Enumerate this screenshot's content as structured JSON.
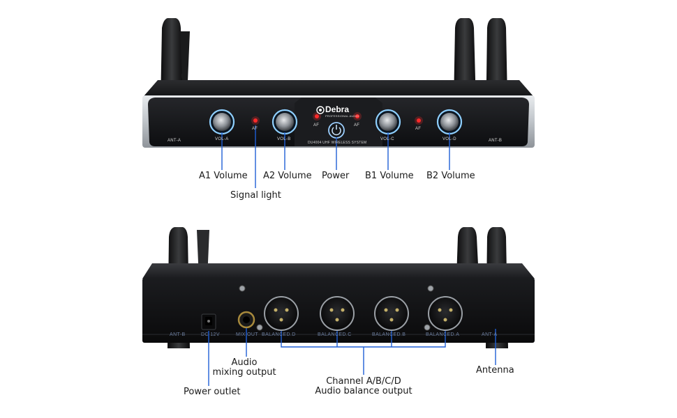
{
  "front": {
    "brand": "Debra",
    "brand_sub": "PROFESSIONAL AUDIO",
    "model": "DU4004 UHF WIRELESS SYSTEM",
    "ant_left": "ANT-A",
    "ant_right": "ANT-B",
    "vol_labels": [
      "VOL-A",
      "VOL-B",
      "VOL-C",
      "VOL-D"
    ],
    "af_label": "AF"
  },
  "rear": {
    "labels": [
      "ANT-B",
      "DC 12V",
      "MIX OUT",
      "BALANCED.D",
      "BALANCED.C",
      "BALANCED.B",
      "BALANCED.A",
      "ANT-A"
    ]
  },
  "callouts": {
    "a1_volume": "A1 Volume",
    "a2_volume": "A2 Volume",
    "power": "Power",
    "b1_volume": "B1 Volume",
    "b2_volume": "B2 Volume",
    "signal_light": "Signal light",
    "audio_mixing_1": "Audio",
    "audio_mixing_2": "mixing output",
    "power_outlet": "Power outlet",
    "channel_1": "Channel A/B/C/D",
    "channel_2": "Audio balance output",
    "antenna": "Antenna"
  },
  "colors": {
    "callout_line": "#1f5fd6",
    "led": "#ff2a2a",
    "knob_ring": "#8fd0ff",
    "body": "#1e1f22"
  }
}
